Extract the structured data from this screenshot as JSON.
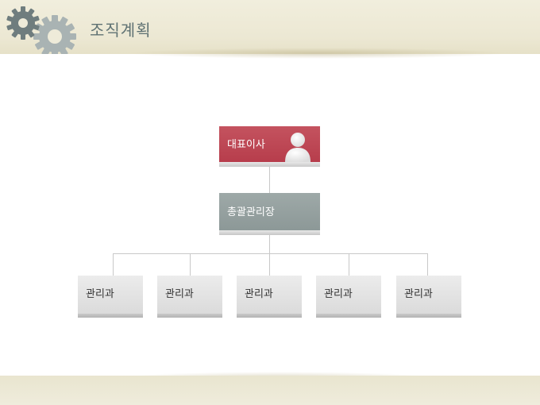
{
  "slide": {
    "title": "조직계획"
  },
  "org_chart": {
    "root": {
      "label": "대표이사",
      "icon": "person-icon"
    },
    "manager": {
      "label": "총괄관리장"
    },
    "departments": [
      {
        "label": "관리과"
      },
      {
        "label": "관리과"
      },
      {
        "label": "관리과"
      },
      {
        "label": "관리과"
      },
      {
        "label": "관리과"
      }
    ]
  },
  "colors": {
    "root_fill": "#bb4352",
    "manager_fill": "#949f9e",
    "department_fill": "#e2e2e2",
    "title_text": "#5f7273",
    "connector": "#c8c8c8"
  }
}
